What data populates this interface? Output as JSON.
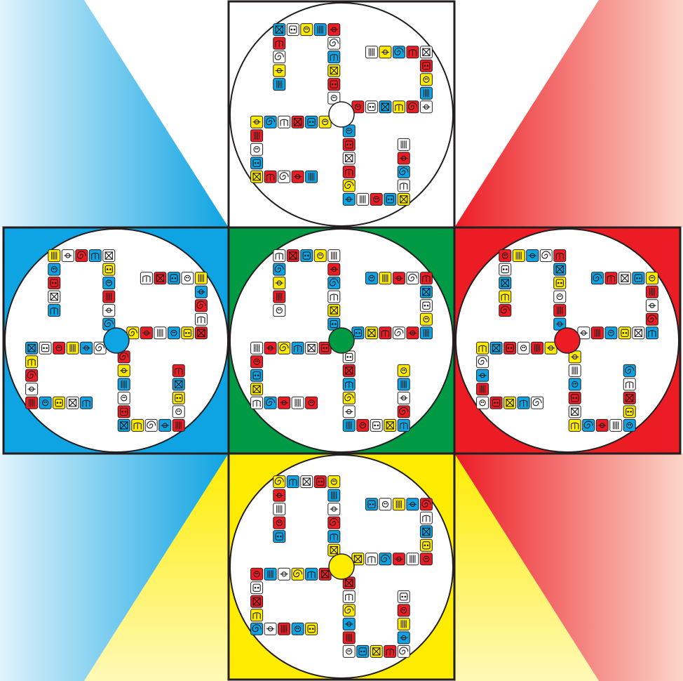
{
  "colors": {
    "blue": "#0ea3e2",
    "red": "#ec1c24",
    "yellow": "#ffec00",
    "green": "#009a44",
    "white": "#ffffff",
    "outline": "#231f20",
    "glyph": "#1a1a1a"
  },
  "board": {
    "panels": [
      {
        "id": "north",
        "fill": "white",
        "hub": "white"
      },
      {
        "id": "west",
        "fill": "blue",
        "hub": "blue"
      },
      {
        "id": "center",
        "fill": "green",
        "hub": "green"
      },
      {
        "id": "east",
        "fill": "red",
        "hub": "red"
      },
      {
        "id": "south",
        "fill": "yellow",
        "hub": "yellow"
      }
    ],
    "tile_sequence": [
      "white",
      "red",
      "yellow",
      "blue",
      "white",
      "red",
      "blue",
      "yellow",
      "white",
      "blue",
      "red",
      "white",
      "yellow",
      "blue",
      "red",
      "white",
      "blue",
      "yellow",
      "red",
      "white",
      "blue",
      "yellow",
      "red",
      "white",
      "red",
      "blue",
      "yellow",
      "white",
      "blue",
      "red"
    ],
    "glyph_set": [
      "face-glyph",
      "cross-glyph",
      "spiral-glyph",
      "bars-glyph",
      "dots-glyph",
      "hand-glyph",
      "eye-glyph"
    ]
  }
}
